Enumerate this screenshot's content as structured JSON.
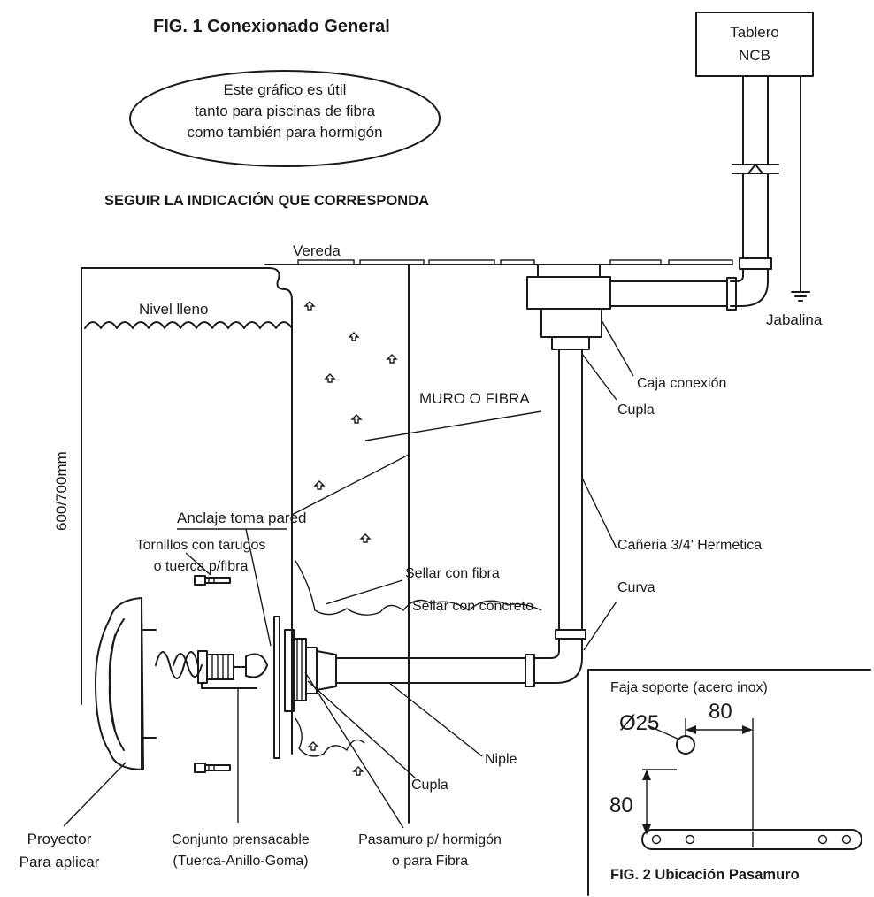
{
  "fig1": {
    "title": "FIG. 1 Conexionado General",
    "note": [
      "Este gráfico es útil",
      "tanto para piscinas de fibra",
      "como también para hormigón"
    ],
    "instruction": "SEGUIR LA INDICACIÓN QUE CORRESPONDA"
  },
  "panel": {
    "line1": "Tablero",
    "line2": "NCB"
  },
  "labels": {
    "vereda": "Vereda",
    "nivel_lleno": "Nivel lleno",
    "jabalina": "Jabalina",
    "caja_conexion": "Caja conexión",
    "cupla_top": "Cupla",
    "muro_fibra": "MURO O FIBRA",
    "height": "600/700mm",
    "anclaje": "Anclaje toma pared",
    "tornillos_1": "Tornillos con tarugos",
    "tornillos_2": "o tuerca p/fibra",
    "caneria": "Cañeria 3/4' Hermetica",
    "sellar_fibra": "Sellar con fibra",
    "sellar_concreto": "Sellar con concreto",
    "curva": "Curva",
    "niple": "Niple",
    "cupla_bottom": "Cupla",
    "proyector_1": "Proyector",
    "proyector_2": "Para aplicar",
    "conjunto_1": "Conjunto prensacable",
    "conjunto_2": "(Tuerca-Anillo-Goma)",
    "pasamuro_1": "Pasamuro p/ hormigón",
    "pasamuro_2": "o para Fibra"
  },
  "fig2": {
    "header": "Faja soporte (acero inox)",
    "diameter": "Ø25",
    "dim_horizontal": "80",
    "dim_vertical": "80",
    "caption": "FIG. 2 Ubicación Pasamuro"
  }
}
